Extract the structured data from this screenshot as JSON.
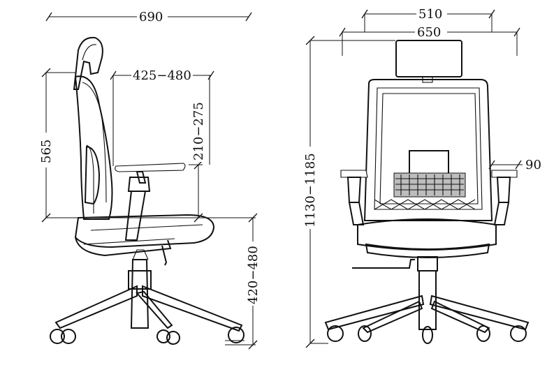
{
  "dimensions": {
    "side_depth": "690",
    "arm_depth": "425−480",
    "back_height": "565",
    "arm_height": "210−275",
    "seat_height": "420−480",
    "headrest_width": "510",
    "overall_width": "650",
    "overall_height": "1130−1185",
    "arm_width": "90"
  }
}
